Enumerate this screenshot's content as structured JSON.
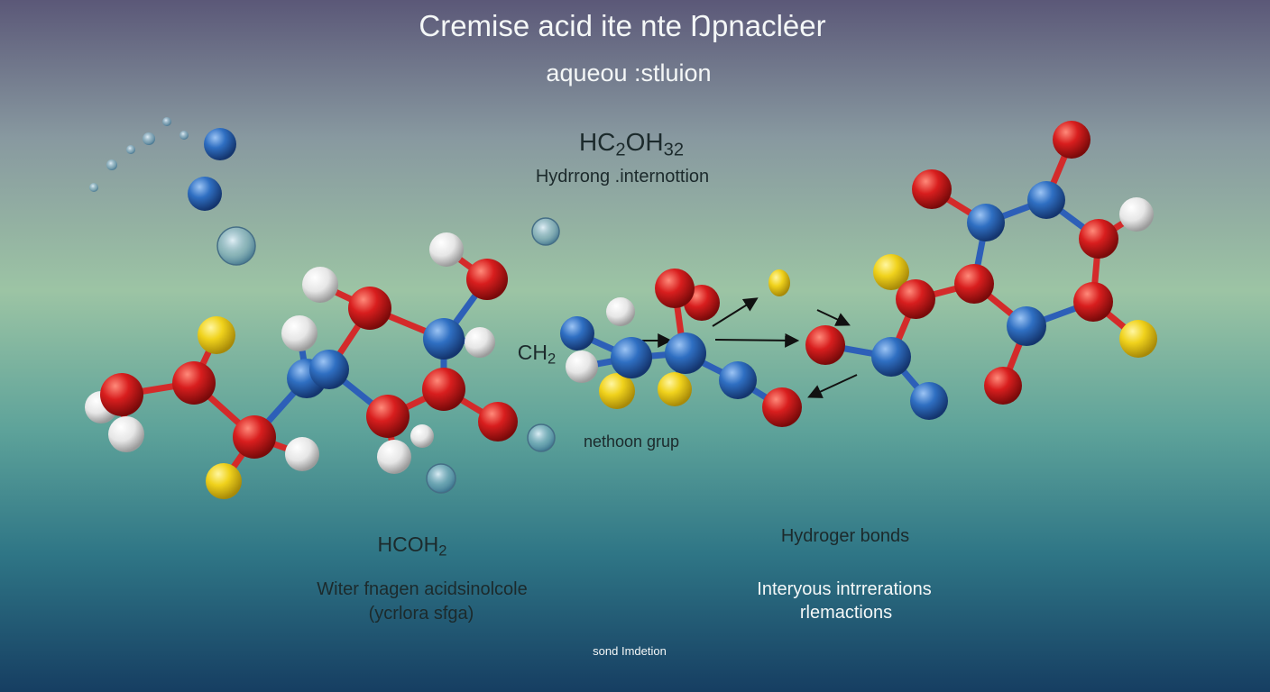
{
  "title": "Cremise acid ite nte Ŋpnaclėer",
  "subtitle": "aqueou :stluion",
  "formula_top": {
    "main": "HC",
    "sub1": "2",
    "mid": "OH",
    "sub2": "32"
  },
  "formula_top_caption": "Hydrrong .internottion",
  "ch2_label": {
    "main": "CH",
    "sub": "2"
  },
  "group_label": "nethoon grup",
  "formula_left": {
    "main": "HCOH",
    "sub": "2"
  },
  "caption_left": [
    "Witer fnagen acidsinolcole",
    "(ycrlora sfga)"
  ],
  "label_right": "Hydroger bonds",
  "caption_right": [
    "Interyous intrrerations",
    "rlemactions"
  ],
  "footer": "sond Imdetion",
  "colors": {
    "red_atom": "#d81e1e",
    "blue_atom": "#2f6fc2",
    "white_atom": "#eeeeee",
    "yellow_atom": "#f0d21c",
    "bond_red": "#d42a2a",
    "bond_blue": "#2d5fb8",
    "bg_top": "#5b5878",
    "bg_mid": "#9cc4a4",
    "bg_bottom": "#163e62"
  }
}
